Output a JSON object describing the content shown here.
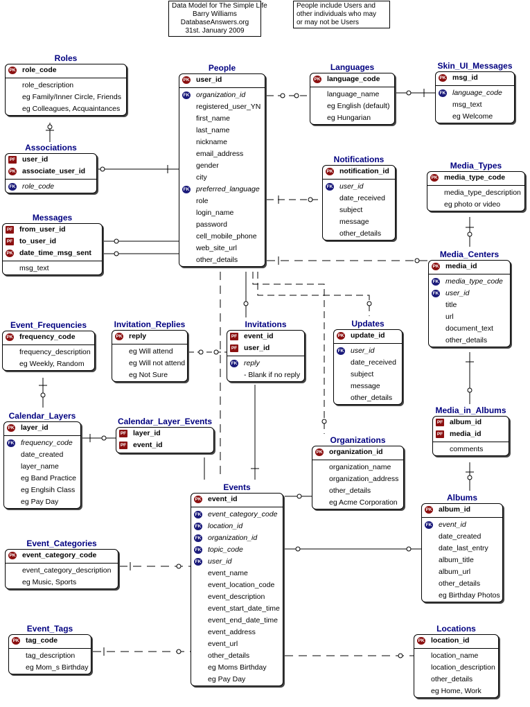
{
  "notes": {
    "title_lines": [
      "Data Model for The Simple Life",
      "Barry Williams",
      "DatabaseAnswers.org",
      "31st. January 2009"
    ],
    "people_lines": [
      "People include Users and",
      "other individuals who may",
      "or may not be Users"
    ]
  },
  "badges": {
    "pk": "PK",
    "fk": "FK",
    "pf": "PF"
  },
  "entities": {
    "roles": {
      "title": "Roles",
      "rows": [
        {
          "t": "role_code",
          "k": "pk"
        },
        {
          "t": "role_description",
          "k": ""
        },
        {
          "t": "eg Family/Inner Circle, Friends",
          "k": ""
        },
        {
          "t": "eg Colleagues, Acquaintances",
          "k": ""
        }
      ]
    },
    "associations": {
      "title": "Associations",
      "rows": [
        {
          "t": "user_id",
          "k": "pf"
        },
        {
          "t": "associate_user_id",
          "k": "pk"
        },
        {
          "t": "role_code",
          "k": "fk"
        }
      ]
    },
    "messages": {
      "title": "Messages",
      "rows": [
        {
          "t": "from_user_id",
          "k": "pf"
        },
        {
          "t": "to_user_id",
          "k": "pf"
        },
        {
          "t": "date_time_msg_sent",
          "k": "pk"
        },
        {
          "t": "msg_text",
          "k": ""
        }
      ]
    },
    "people": {
      "title": "People",
      "rows": [
        {
          "t": "user_id",
          "k": "pk"
        },
        {
          "t": "organization_id",
          "k": "fk"
        },
        {
          "t": "registered_user_YN",
          "k": ""
        },
        {
          "t": "first_name",
          "k": ""
        },
        {
          "t": "last_name",
          "k": ""
        },
        {
          "t": "nickname",
          "k": ""
        },
        {
          "t": "email_address",
          "k": ""
        },
        {
          "t": "gender",
          "k": ""
        },
        {
          "t": "city",
          "k": ""
        },
        {
          "t": "preferred_language",
          "k": "fk"
        },
        {
          "t": "role",
          "k": ""
        },
        {
          "t": "login_name",
          "k": ""
        },
        {
          "t": "password",
          "k": ""
        },
        {
          "t": "cell_mobile_phone",
          "k": ""
        },
        {
          "t": "web_site_url",
          "k": ""
        },
        {
          "t": "other_details",
          "k": ""
        }
      ]
    },
    "languages": {
      "title": "Languages",
      "rows": [
        {
          "t": "language_code",
          "k": "pk"
        },
        {
          "t": "language_name",
          "k": ""
        },
        {
          "t": "eg English (default)",
          "k": ""
        },
        {
          "t": "eg Hungarian",
          "k": ""
        }
      ]
    },
    "skin": {
      "title": "Skin_UI_Messages",
      "rows": [
        {
          "t": "msg_id",
          "k": "pk"
        },
        {
          "t": "language_code",
          "k": "fk"
        },
        {
          "t": "msg_text",
          "k": ""
        },
        {
          "t": "eg Welcome",
          "k": ""
        }
      ]
    },
    "notifications": {
      "title": "Notifications",
      "rows": [
        {
          "t": "notification_id",
          "k": "pk"
        },
        {
          "t": "user_id",
          "k": "fk"
        },
        {
          "t": "date_received",
          "k": ""
        },
        {
          "t": "subject",
          "k": ""
        },
        {
          "t": "message",
          "k": ""
        },
        {
          "t": "other_details",
          "k": ""
        }
      ]
    },
    "media_types": {
      "title": "Media_Types",
      "rows": [
        {
          "t": "media_type_code",
          "k": "pk"
        },
        {
          "t": "media_type_description",
          "k": ""
        },
        {
          "t": "eg photo or video",
          "k": ""
        }
      ]
    },
    "media_centers": {
      "title": "Media_Centers",
      "rows": [
        {
          "t": "media_id",
          "k": "pk"
        },
        {
          "t": "media_type_code",
          "k": "fk"
        },
        {
          "t": "user_id",
          "k": "fk"
        },
        {
          "t": "title",
          "k": ""
        },
        {
          "t": "url",
          "k": ""
        },
        {
          "t": "document_text",
          "k": ""
        },
        {
          "t": "other_details",
          "k": ""
        }
      ]
    },
    "event_frequencies": {
      "title": "Event_Frequencies",
      "rows": [
        {
          "t": "frequency_code",
          "k": "pk"
        },
        {
          "t": "frequency_description",
          "k": ""
        },
        {
          "t": "eg Weekly, Random",
          "k": ""
        }
      ]
    },
    "invitation_replies": {
      "title": "Invitation_Replies",
      "rows": [
        {
          "t": "reply",
          "k": "pk"
        },
        {
          "t": "eg Will attend",
          "k": ""
        },
        {
          "t": "eg Will not attend",
          "k": ""
        },
        {
          "t": "eg Not Sure",
          "k": ""
        }
      ]
    },
    "invitations": {
      "title": "Invitations",
      "rows": [
        {
          "t": "event_id",
          "k": "pf"
        },
        {
          "t": "user_id",
          "k": "pf"
        },
        {
          "t": "reply",
          "k": "fk"
        },
        {
          "t": "- Blank if no reply",
          "k": ""
        }
      ]
    },
    "updates": {
      "title": "Updates",
      "rows": [
        {
          "t": "update_id",
          "k": "pk"
        },
        {
          "t": "user_id",
          "k": "fk"
        },
        {
          "t": "date_received",
          "k": ""
        },
        {
          "t": "subject",
          "k": ""
        },
        {
          "t": "message",
          "k": ""
        },
        {
          "t": "other_details",
          "k": ""
        }
      ]
    },
    "calendar_layers": {
      "title": "Calendar_Layers",
      "rows": [
        {
          "t": "layer_id",
          "k": "pk"
        },
        {
          "t": "frequency_code",
          "k": "fk"
        },
        {
          "t": "date_created",
          "k": ""
        },
        {
          "t": "layer_name",
          "k": ""
        },
        {
          "t": "eg Band Practice",
          "k": ""
        },
        {
          "t": "eg Englsih Class",
          "k": ""
        },
        {
          "t": "eg Pay Day",
          "k": ""
        }
      ]
    },
    "calendar_layer_events": {
      "title": "Calendar_Layer_Events",
      "rows": [
        {
          "t": "layer_id",
          "k": "pf"
        },
        {
          "t": "event_id",
          "k": "pf"
        }
      ]
    },
    "organizations": {
      "title": "Organizations",
      "rows": [
        {
          "t": "organization_id",
          "k": "pk"
        },
        {
          "t": "organization_name",
          "k": ""
        },
        {
          "t": "organization_address",
          "k": ""
        },
        {
          "t": "other_details",
          "k": ""
        },
        {
          "t": "eg Acme Corporation",
          "k": ""
        }
      ]
    },
    "media_in_albums": {
      "title": "Media_in_Albums",
      "rows": [
        {
          "t": "album_id",
          "k": "pf"
        },
        {
          "t": "media_id",
          "k": "pf"
        },
        {
          "t": "comments",
          "k": ""
        }
      ]
    },
    "events": {
      "title": "Events",
      "rows": [
        {
          "t": "event_id",
          "k": "pk"
        },
        {
          "t": "event_category_code",
          "k": "fk"
        },
        {
          "t": "location_id",
          "k": "fk"
        },
        {
          "t": "organization_id",
          "k": "fk"
        },
        {
          "t": "topic_code",
          "k": "fk"
        },
        {
          "t": "user_id",
          "k": "fk"
        },
        {
          "t": "event_name",
          "k": ""
        },
        {
          "t": "event_location_code",
          "k": ""
        },
        {
          "t": "event_description",
          "k": ""
        },
        {
          "t": "event_start_date_time",
          "k": ""
        },
        {
          "t": "event_end_date_time",
          "k": ""
        },
        {
          "t": "event_address",
          "k": ""
        },
        {
          "t": "event_url",
          "k": ""
        },
        {
          "t": "other_details",
          "k": ""
        },
        {
          "t": "eg Moms Birthday",
          "k": ""
        },
        {
          "t": "eg Pay Day",
          "k": ""
        }
      ]
    },
    "albums": {
      "title": "Albums",
      "rows": [
        {
          "t": "album_id",
          "k": "pk"
        },
        {
          "t": "event_id",
          "k": "fk"
        },
        {
          "t": "date_created",
          "k": ""
        },
        {
          "t": "date_last_entry",
          "k": ""
        },
        {
          "t": "album_title",
          "k": ""
        },
        {
          "t": "album_url",
          "k": ""
        },
        {
          "t": "other_details",
          "k": ""
        },
        {
          "t": "eg Birthday Photos",
          "k": ""
        }
      ]
    },
    "event_categories": {
      "title": "Event_Categories",
      "rows": [
        {
          "t": "event_category_code",
          "k": "pk"
        },
        {
          "t": "event_category_description",
          "k": ""
        },
        {
          "t": "eg Music, Sports",
          "k": ""
        }
      ]
    },
    "event_tags": {
      "title": "Event_Tags",
      "rows": [
        {
          "t": "tag_code",
          "k": "pk"
        },
        {
          "t": "tag_description",
          "k": ""
        },
        {
          "t": "eg Mom_s Birthday",
          "k": ""
        }
      ]
    },
    "locations": {
      "title": "Locations",
      "rows": [
        {
          "t": "location_id",
          "k": "pk"
        },
        {
          "t": "location_name",
          "k": ""
        },
        {
          "t": "location_description",
          "k": ""
        },
        {
          "t": "other_details",
          "k": ""
        },
        {
          "t": "eg Home, Work",
          "k": ""
        }
      ]
    }
  }
}
